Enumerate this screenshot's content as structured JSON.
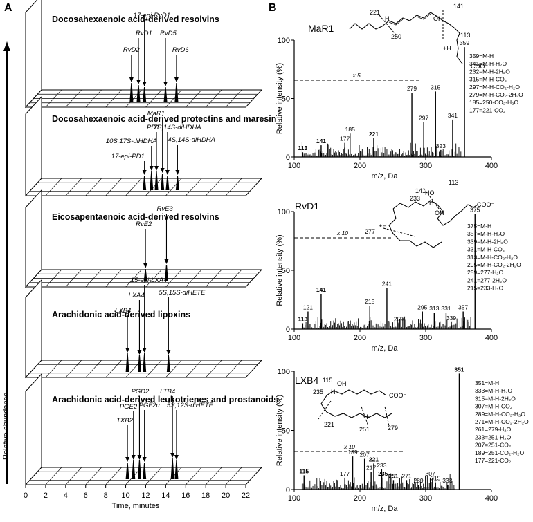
{
  "panels": [
    {
      "letter": "A",
      "chart_data": {
        "type": "line",
        "xlabel": "Time, minutes",
        "ylabel": "Relative abundance",
        "xlim": [
          0,
          22
        ],
        "xticks": [
          0,
          2,
          4,
          6,
          8,
          10,
          12,
          14,
          16,
          18,
          20,
          22
        ],
        "layers": [
          {
            "title": "Docosahexaenoic acid-derived resolvins",
            "peaks": [
              {
                "label": "RvD2",
                "t": 10.3,
                "h": 0.45
              },
              {
                "label": "RvD1",
                "t": 11.0,
                "h": 0.4
              },
              {
                "label": "17-epi-RvD1",
                "t": 11.6,
                "h": 0.35
              },
              {
                "label": "RvD5",
                "t": 13.7,
                "h": 0.35
              },
              {
                "label": "RvD6",
                "t": 14.8,
                "h": 0.45
              }
            ]
          },
          {
            "title": "Docosahexaenoic acid-derived protectins and maresin",
            "peaks": [
              {
                "label": "17-epi-PD1",
                "t": 11.6,
                "h": 0.35
              },
              {
                "label": "10S,17S-diHDHA",
                "t": 12.3,
                "h": 0.45
              },
              {
                "label": "PD1",
                "t": 12.8,
                "h": 0.45
              },
              {
                "label": "MaR1",
                "t": 13.4,
                "h": 0.4
              },
              {
                "label": "7S,14S-diHDHA",
                "t": 13.9,
                "h": 0.35
              },
              {
                "label": "4S,14S-diHDHA",
                "t": 14.9,
                "h": 0.35
              }
            ]
          },
          {
            "title": "Eicosapentaenoic acid-derived resolvins",
            "peaks": [
              {
                "label": "RvE2",
                "t": 11.7,
                "h": 0.3
              },
              {
                "label": "RvE3",
                "t": 13.8,
                "h": 0.4
              }
            ]
          },
          {
            "title": "Arachidonic acid-derived lipoxins",
            "peaks": [
              {
                "label": "LXB4",
                "t": 9.9,
                "h": 0.45
              },
              {
                "label": "LXA4",
                "t": 11.1,
                "h": 0.4
              },
              {
                "label": "15-epi-LXA4",
                "t": 11.6,
                "h": 0.45
              },
              {
                "label": "5S,15S-diHETE",
                "t": 14.0,
                "h": 0.4
              }
            ]
          },
          {
            "title": "Arachidonic acid-derived leukotrienes and prostanoids",
            "peaks": [
              {
                "label": "TXB2",
                "t": 9.9,
                "h": 0.4
              },
              {
                "label": "PGE2",
                "t": 10.5,
                "h": 0.45
              },
              {
                "label": "PGD2",
                "t": 11.1,
                "h": 0.45
              },
              {
                "label": "PGF2α",
                "t": 11.6,
                "h": 0.4
              },
              {
                "label": "LTB4",
                "t": 14.4,
                "h": 0.5
              },
              {
                "label": "5S,12S-diHETE",
                "t": 14.8,
                "h": 0.45
              }
            ]
          }
        ]
      }
    },
    {
      "letter": "B",
      "chart_data": [
        {
          "type": "bar",
          "name": "MaR1",
          "xlabel": "m/z, Da",
          "ylabel": "Relative intensity (%)",
          "xlim": [
            100,
            400
          ],
          "ylim": [
            0,
            100
          ],
          "xticks": [
            100,
            200,
            300,
            400
          ],
          "yticks": [
            0,
            50,
            100
          ],
          "magnification": "x 5",
          "fragments": [
            "221",
            "141",
            "113",
            "250",
            "H",
            "+H",
            "OH",
            "COO⁻"
          ],
          "assignments": [
            "359=M-H",
            "341=M-H-H₂O",
            "232=M-H-2H₂O",
            "315=M-H-CO₂",
            "297=M-H-CO₂-H₂O",
            "279=M-H-CO₂-2H₂O",
            "185=250-CO₂-H₂O",
            "177=221-CO₂"
          ],
          "labeled_peaks": [
            {
              "mz": 113,
              "rel": 4,
              "label": "113",
              "bold": true
            },
            {
              "mz": 141,
              "rel": 10,
              "label": "141",
              "bold": true
            },
            {
              "mz": 177,
              "rel": 12,
              "label": "177"
            },
            {
              "mz": 185,
              "rel": 20,
              "label": "185"
            },
            {
              "mz": 221,
              "rel": 16,
              "label": "221",
              "bold": true
            },
            {
              "mz": 279,
              "rel": 55,
              "label": "279"
            },
            {
              "mz": 297,
              "rel": 30,
              "label": "297"
            },
            {
              "mz": 315,
              "rel": 56,
              "label": "315"
            },
            {
              "mz": 323,
              "rel": 6,
              "label": "323"
            },
            {
              "mz": 341,
              "rel": 32,
              "label": "341"
            },
            {
              "mz": 359,
              "rel": 94,
              "label": "359"
            }
          ]
        },
        {
          "type": "bar",
          "name": "RvD1",
          "xlabel": "m/z, Da",
          "ylabel": "Relative intensity (%)",
          "xlim": [
            100,
            400
          ],
          "ylim": [
            0,
            100
          ],
          "xticks": [
            100,
            200,
            300,
            400
          ],
          "yticks": [
            0,
            50,
            100
          ],
          "magnification": "x 10",
          "fragments": [
            "141",
            "233",
            "113",
            "277",
            "HO",
            "OH",
            "+H",
            "H",
            "COO⁻"
          ],
          "assignments": [
            "375=M-H",
            "357=M-H-H₂O",
            "339=M-H-2H₂O",
            "331=M-H-CO₂",
            "313=M-H-CO₂-H₂O",
            "295=M-H-CO₂-2H₂O",
            "259=277-H₂O",
            "241=277-2H₂O",
            "215=233-H₂O"
          ],
          "labeled_peaks": [
            {
              "mz": 113,
              "rel": 5,
              "label": "113",
              "bold": true
            },
            {
              "mz": 121,
              "rel": 15,
              "label": "121"
            },
            {
              "mz": 141,
              "rel": 30,
              "label": "141",
              "bold": true
            },
            {
              "mz": 215,
              "rel": 20,
              "label": "215"
            },
            {
              "mz": 241,
              "rel": 35,
              "label": "241"
            },
            {
              "mz": 259,
              "rel": 5,
              "label": "259"
            },
            {
              "mz": 295,
              "rel": 15,
              "label": "295"
            },
            {
              "mz": 313,
              "rel": 14,
              "label": "313"
            },
            {
              "mz": 331,
              "rel": 14,
              "label": "331"
            },
            {
              "mz": 339,
              "rel": 6,
              "label": "339"
            },
            {
              "mz": 357,
              "rel": 15,
              "label": "357"
            },
            {
              "mz": 375,
              "rel": 98,
              "label": "375"
            }
          ]
        },
        {
          "type": "bar",
          "name": "LXB4",
          "xlabel": "m/z, Da",
          "ylabel": "Relative intensity (%)",
          "xlim": [
            100,
            400
          ],
          "ylim": [
            0,
            100
          ],
          "xticks": [
            100,
            200,
            300,
            400
          ],
          "yticks": [
            0,
            50,
            100
          ],
          "magnification": "x 10",
          "fragments": [
            "115",
            "235",
            "221",
            "251",
            "279",
            "OH",
            "+H",
            "H",
            "COO⁻"
          ],
          "assignments": [
            "351=M-H",
            "333=M-H-H₂O",
            "315=M-H-2H₂O",
            "307=M-H-CO₂",
            "289=M-H-CO₂-H₂O",
            "271=M-H-CO₂-2H₂O",
            "261=279-H₂O",
            "233=251-H₂O",
            "207=251-CO₂",
            "189=251-CO₂-H₂O",
            "177=221-CO₂"
          ],
          "labeled_peaks": [
            {
              "mz": 115,
              "rel": 12,
              "label": "115",
              "bold": true
            },
            {
              "mz": 177,
              "rel": 10,
              "label": "177"
            },
            {
              "mz": 189,
              "rel": 28,
              "label": "189"
            },
            {
              "mz": 207,
              "rel": 26,
              "label": "207"
            },
            {
              "mz": 217,
              "rel": 15,
              "label": "217"
            },
            {
              "mz": 221,
              "rel": 22,
              "label": "221",
              "bold": true
            },
            {
              "mz": 233,
              "rel": 17,
              "label": "233"
            },
            {
              "mz": 235,
              "rel": 10,
              "label": "235",
              "bold": true
            },
            {
              "mz": 251,
              "rel": 8,
              "label": "251",
              "bold": true
            },
            {
              "mz": 271,
              "rel": 8,
              "label": "271"
            },
            {
              "mz": 289,
              "rel": 4,
              "label": "289"
            },
            {
              "mz": 307,
              "rel": 10,
              "label": "307"
            },
            {
              "mz": 315,
              "rel": 6,
              "label": "315"
            },
            {
              "mz": 333,
              "rel": 4,
              "label": "333"
            },
            {
              "mz": 351,
              "rel": 98,
              "label": "351",
              "bold": true
            }
          ]
        }
      ]
    }
  ]
}
